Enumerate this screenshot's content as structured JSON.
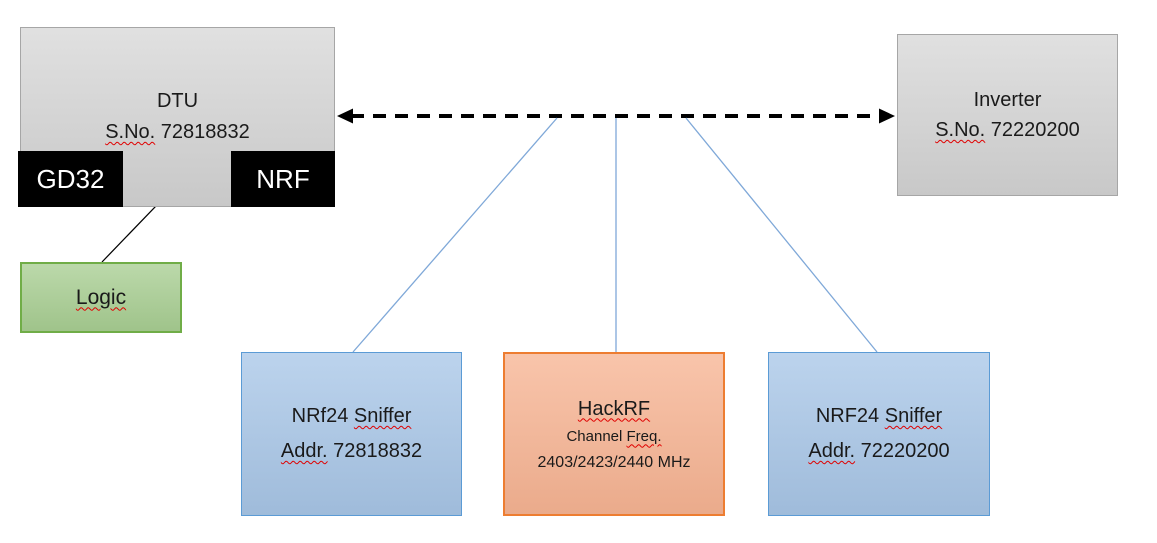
{
  "dtu": {
    "title": "DTU",
    "serial_label": "S.No.",
    "serial_number": "72818832"
  },
  "gd32": {
    "label": "GD32"
  },
  "nrf": {
    "label": "NRF"
  },
  "logic": {
    "label": "Logic"
  },
  "inverter": {
    "title": "Inverter",
    "serial_label": "S.No.",
    "serial_number": "72220200"
  },
  "sniffer_left": {
    "prefix": "NRf24",
    "word": "Sniffer",
    "addr_label": "Addr.",
    "address": "72818832"
  },
  "hackrf": {
    "title": "HackRF",
    "channel_label": "Channel",
    "freq_word": "Freq.",
    "frequencies": "2403/2423/2440 MHz"
  },
  "sniffer_right": {
    "prefix": "NRF24",
    "word": "Sniffer",
    "addr_label": "Addr.",
    "address": "72220200"
  },
  "colors": {
    "box_gray_fill": "#d3d3d3",
    "box_gray_border": "#a6a6a6",
    "chip_black": "#000000",
    "logic_green_fill": "#a8ce92",
    "logic_green_border": "#70ad47",
    "sniffer_blue_fill": "#a9c7e8",
    "sniffer_blue_border": "#5b9bd5",
    "hackrf_orange_fill": "#f7b493",
    "hackrf_orange_border": "#ed7d31",
    "connector_blue": "#7fa8d8",
    "arrow_black": "#000000",
    "spellcheck_red": "#e00000"
  }
}
